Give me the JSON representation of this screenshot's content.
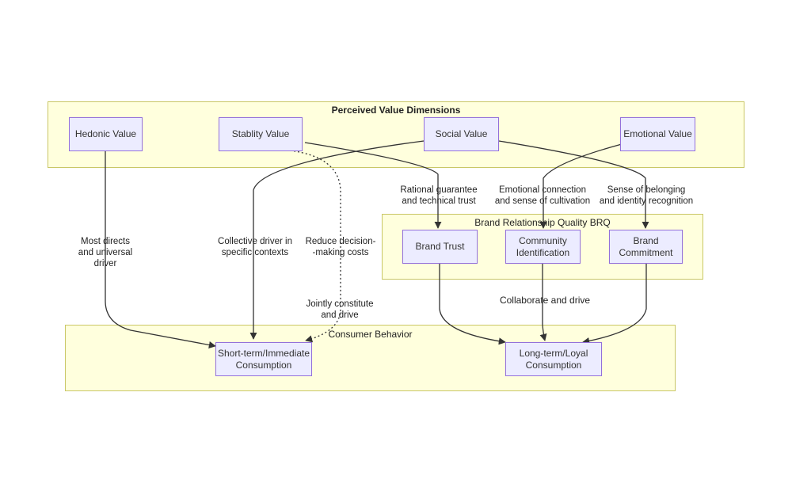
{
  "clusters": {
    "perceived": {
      "title": "Perceived Value Dimensions"
    },
    "brq": {
      "title": "Brand Relationship Quality BRQ"
    },
    "behavior": {
      "title": "Consumer Behavior"
    }
  },
  "nodes": {
    "hedonic": "Hedonic Value",
    "stability": "Stablity Value",
    "social": "Social Value",
    "emotional": "Emotional Value",
    "brand_trust": "Brand Trust",
    "community": "Community\nIdentification",
    "commitment": "Brand\nCommitment",
    "short_term": "Short-term/Immediate\nConsumption",
    "long_term": "Long-term/Loyal\nConsumption"
  },
  "edge_labels": {
    "hedonic_short": "Most directs\nand universal\ndriver",
    "social_short": "Collective driver in\nspecific contexts",
    "stability_short": "Reduce decision-\n-making costs",
    "stability_trust": "Rational guarantee\nand technical trust",
    "emotional_community": "Emotional connection\nand sense of cultivation",
    "social_commitment": "Sense of belonging\nand identity recognition",
    "jointly": "Jointly constitute\nand drive",
    "collaborate": "Collaborate and drive"
  },
  "colors": {
    "cluster_fill": "#ffffdd",
    "cluster_border": "#c9c766",
    "node_fill": "#ececff",
    "node_border": "#9370db",
    "edge": "#333333"
  }
}
